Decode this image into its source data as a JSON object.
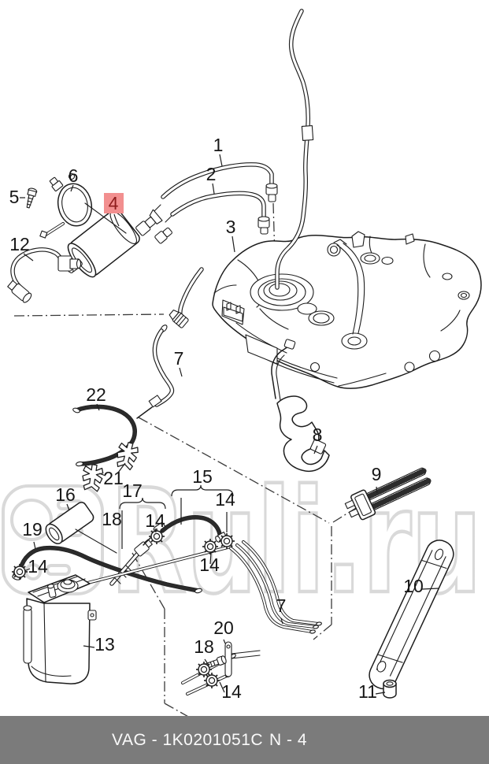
{
  "watermark": {
    "text": "Ruli.ru",
    "logo": "ruli-logo-icon",
    "color": "#d9d9d9"
  },
  "highlight": {
    "part_number": "4",
    "box_color": "#f28f8f",
    "text_color": "#8e1d1d"
  },
  "footer": {
    "code": "VAG - 1K0201051C",
    "page": "N - 4",
    "background": "#7b7b7b",
    "text_color": "#fafafa"
  },
  "colors": {
    "ink": "#1d1d1d"
  },
  "part_labels": [
    {
      "text": "1"
    },
    {
      "text": "2"
    },
    {
      "text": "3"
    },
    {
      "text": "4"
    },
    {
      "text": "5"
    },
    {
      "text": "6"
    },
    {
      "text": "12"
    },
    {
      "text": "7"
    },
    {
      "text": "22"
    },
    {
      "text": "21"
    },
    {
      "text": "16"
    },
    {
      "text": "17"
    },
    {
      "text": "18"
    },
    {
      "text": "14"
    },
    {
      "text": "15"
    },
    {
      "text": "14"
    },
    {
      "text": "14"
    },
    {
      "text": "19"
    },
    {
      "text": "14"
    },
    {
      "text": "13"
    },
    {
      "text": "7"
    },
    {
      "text": "20"
    },
    {
      "text": "18"
    },
    {
      "text": "14"
    },
    {
      "text": "8"
    },
    {
      "text": "9"
    },
    {
      "text": "10"
    },
    {
      "text": "11"
    }
  ]
}
